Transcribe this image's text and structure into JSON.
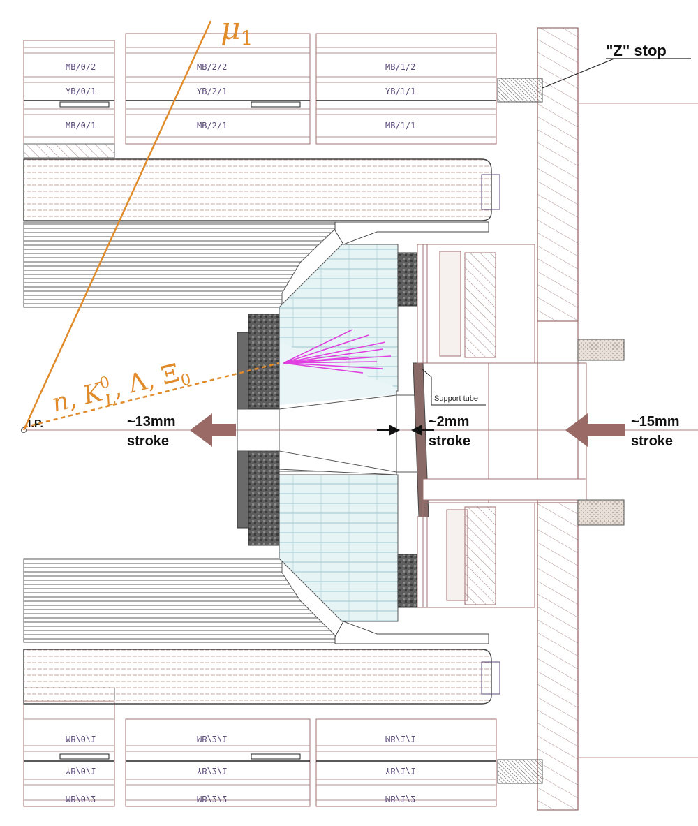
{
  "labels": {
    "muon": "μ",
    "muon_sub": "1",
    "z_stop": "\"Z\" stop",
    "ip": "I.P.",
    "particles_n": "n, K",
    "particles_K_sup": "0",
    "particles_K_sub": "L",
    "particles_rest": ", Λ, Ξ",
    "particles_Xi_sub": "0",
    "support_tube": "Support tube",
    "stroke_left_value": "~13mm",
    "stroke_left_word": "stroke",
    "stroke_mid_value": "~2mm",
    "stroke_mid_word": "stroke",
    "stroke_right_value": "~15mm",
    "stroke_right_word": "stroke"
  },
  "chambers_top": {
    "row1": [
      "MB/0/2",
      "MB/2/2",
      "MB/1/2"
    ],
    "row2": [
      "YB/0/1",
      "YB/2/1",
      "YB/1/1"
    ],
    "row3": [
      "MB/0/1",
      "MB/2/1",
      "MB/1/1"
    ]
  },
  "chambers_bottom": {
    "row1": [
      "MB/0/1",
      "MB/2/1",
      "MB/1/1"
    ],
    "row2": [
      "YB/0/1",
      "YB/2/1",
      "YB/1/1"
    ],
    "row3": [
      "MB/0/2",
      "MB/2/2",
      "MB/1/2"
    ]
  },
  "colors": {
    "track_orange": "#e08a2a",
    "shower_magenta": "#e040e0",
    "arrow_brown": "#9a6a66",
    "line_brown": "#a07070",
    "chamber_purple": "#5a4a7a"
  }
}
